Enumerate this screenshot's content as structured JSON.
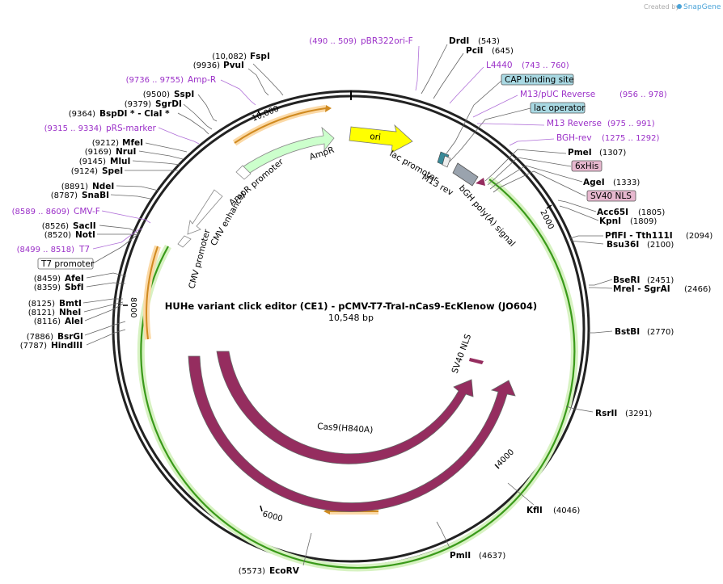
{
  "brand": {
    "created_by": "Created by",
    "name": "SnapGene"
  },
  "map": {
    "title": "HUHe variant click editor (CE1) - pCMV-T7-TraI-nCas9-EcKlenow (JO604)",
    "length": "10,548 bp"
  },
  "ticks": [
    "10,000",
    "2000",
    "4000",
    "6000",
    "8000"
  ],
  "features": {
    "ori": "ori",
    "ampr": "AmpR",
    "ampr_promoter": "AmpR promoter",
    "cmv_enhancer": "CMV enhancer",
    "cmv_promoter": "CMV promoter",
    "lac_promoter": "lac promoter",
    "m13_rev": "M13 rev",
    "bgh": "bGH poly(A) signal",
    "cas9": "Cas9",
    "cas9_h840a": "Cas9(H840A)",
    "sv40_nls": "SV40 NLS"
  },
  "enzymes_left": [
    {
      "pos": "(10,082)",
      "name": "FspI"
    },
    {
      "pos": "(9936)",
      "name": "PvuI"
    },
    {
      "pos": "(9500)",
      "name": "SspI"
    },
    {
      "pos": "(9379)",
      "name": "SgrDI"
    },
    {
      "pos": "(9364)",
      "name": "BspDI * - ClaI *"
    },
    {
      "pos": "(9212)",
      "name": "MfeI"
    },
    {
      "pos": "(9169)",
      "name": "NruI"
    },
    {
      "pos": "(9145)",
      "name": "MluI"
    },
    {
      "pos": "(9124)",
      "name": "SpeI"
    },
    {
      "pos": "(8891)",
      "name": "NdeI"
    },
    {
      "pos": "(8787)",
      "name": "SnaBI"
    },
    {
      "pos": "(8526)",
      "name": "SacII"
    },
    {
      "pos": "(8520)",
      "name": "NotI"
    },
    {
      "pos": "(8459)",
      "name": "AfeI"
    },
    {
      "pos": "(8359)",
      "name": "SbfI"
    },
    {
      "pos": "(8125)",
      "name": "BmtI"
    },
    {
      "pos": "(8121)",
      "name": "NheI"
    },
    {
      "pos": "(8116)",
      "name": "AleI"
    },
    {
      "pos": "(7886)",
      "name": "BsrGI"
    },
    {
      "pos": "(7787)",
      "name": "HindIII"
    },
    {
      "pos": "(5573)",
      "name": "EcoRV"
    }
  ],
  "primers_left": [
    {
      "pos": "(9736 .. 9755)",
      "name": "Amp-R"
    },
    {
      "pos": "(9315 .. 9334)",
      "name": "pRS-marker"
    },
    {
      "pos": "(8589 .. 8609)",
      "name": "CMV-F"
    },
    {
      "pos": "(8499 .. 8518)",
      "name": "T7"
    }
  ],
  "boxed_left": {
    "t7_promoter": "T7 promoter"
  },
  "enzymes_right": [
    {
      "name": "DrdI",
      "pos": "(543)"
    },
    {
      "name": "PciI",
      "pos": "(645)"
    },
    {
      "name": "PmeI",
      "pos": "(1307)"
    },
    {
      "name": "AgeI",
      "pos": "(1333)"
    },
    {
      "name": "Acc65I",
      "pos": "(1805)"
    },
    {
      "name": "KpnI",
      "pos": "(1809)"
    },
    {
      "name": "PflFI - Tth111I",
      "pos": "(2094)"
    },
    {
      "name": "Bsu36I",
      "pos": "(2100)"
    },
    {
      "name": "BseRI",
      "pos": "(2451)"
    },
    {
      "name": "MreI - SgrAI",
      "pos": "(2466)"
    },
    {
      "name": "BstBI",
      "pos": "(2770)"
    },
    {
      "name": "RsrII",
      "pos": "(3291)"
    },
    {
      "name": "KflI",
      "pos": "(4046)"
    },
    {
      "name": "PmlI",
      "pos": "(4637)"
    }
  ],
  "primers_right": [
    {
      "pos": "(490 .. 509)",
      "name": "pBR322ori-F"
    },
    {
      "name": "L4440",
      "pos": "(743 .. 760)"
    },
    {
      "name": "M13/pUC Reverse",
      "pos": "(956 .. 978)"
    },
    {
      "name": "M13 Reverse",
      "pos": "(975 .. 991)"
    },
    {
      "name": "BGH-rev",
      "pos": "(1275 .. 1292)"
    }
  ],
  "boxed_right": {
    "cap": "CAP binding site",
    "lac_operator": "lac operator",
    "his6": "6xHis",
    "sv40": "SV40 NLS"
  },
  "colors": {
    "ori": "#ffff00",
    "ampr": "#ccffcc",
    "cas9": "#952d5f",
    "bgh": "#9aa3ae",
    "lac": "#3a8a98",
    "orf_green": "#3a9a1a",
    "orf_orange": "#f0a030",
    "primer": "#9b30c8",
    "cap_box": "#a9d9e3",
    "his_box": "#e7b8cf",
    "nls_box": "#e7b8cf"
  }
}
